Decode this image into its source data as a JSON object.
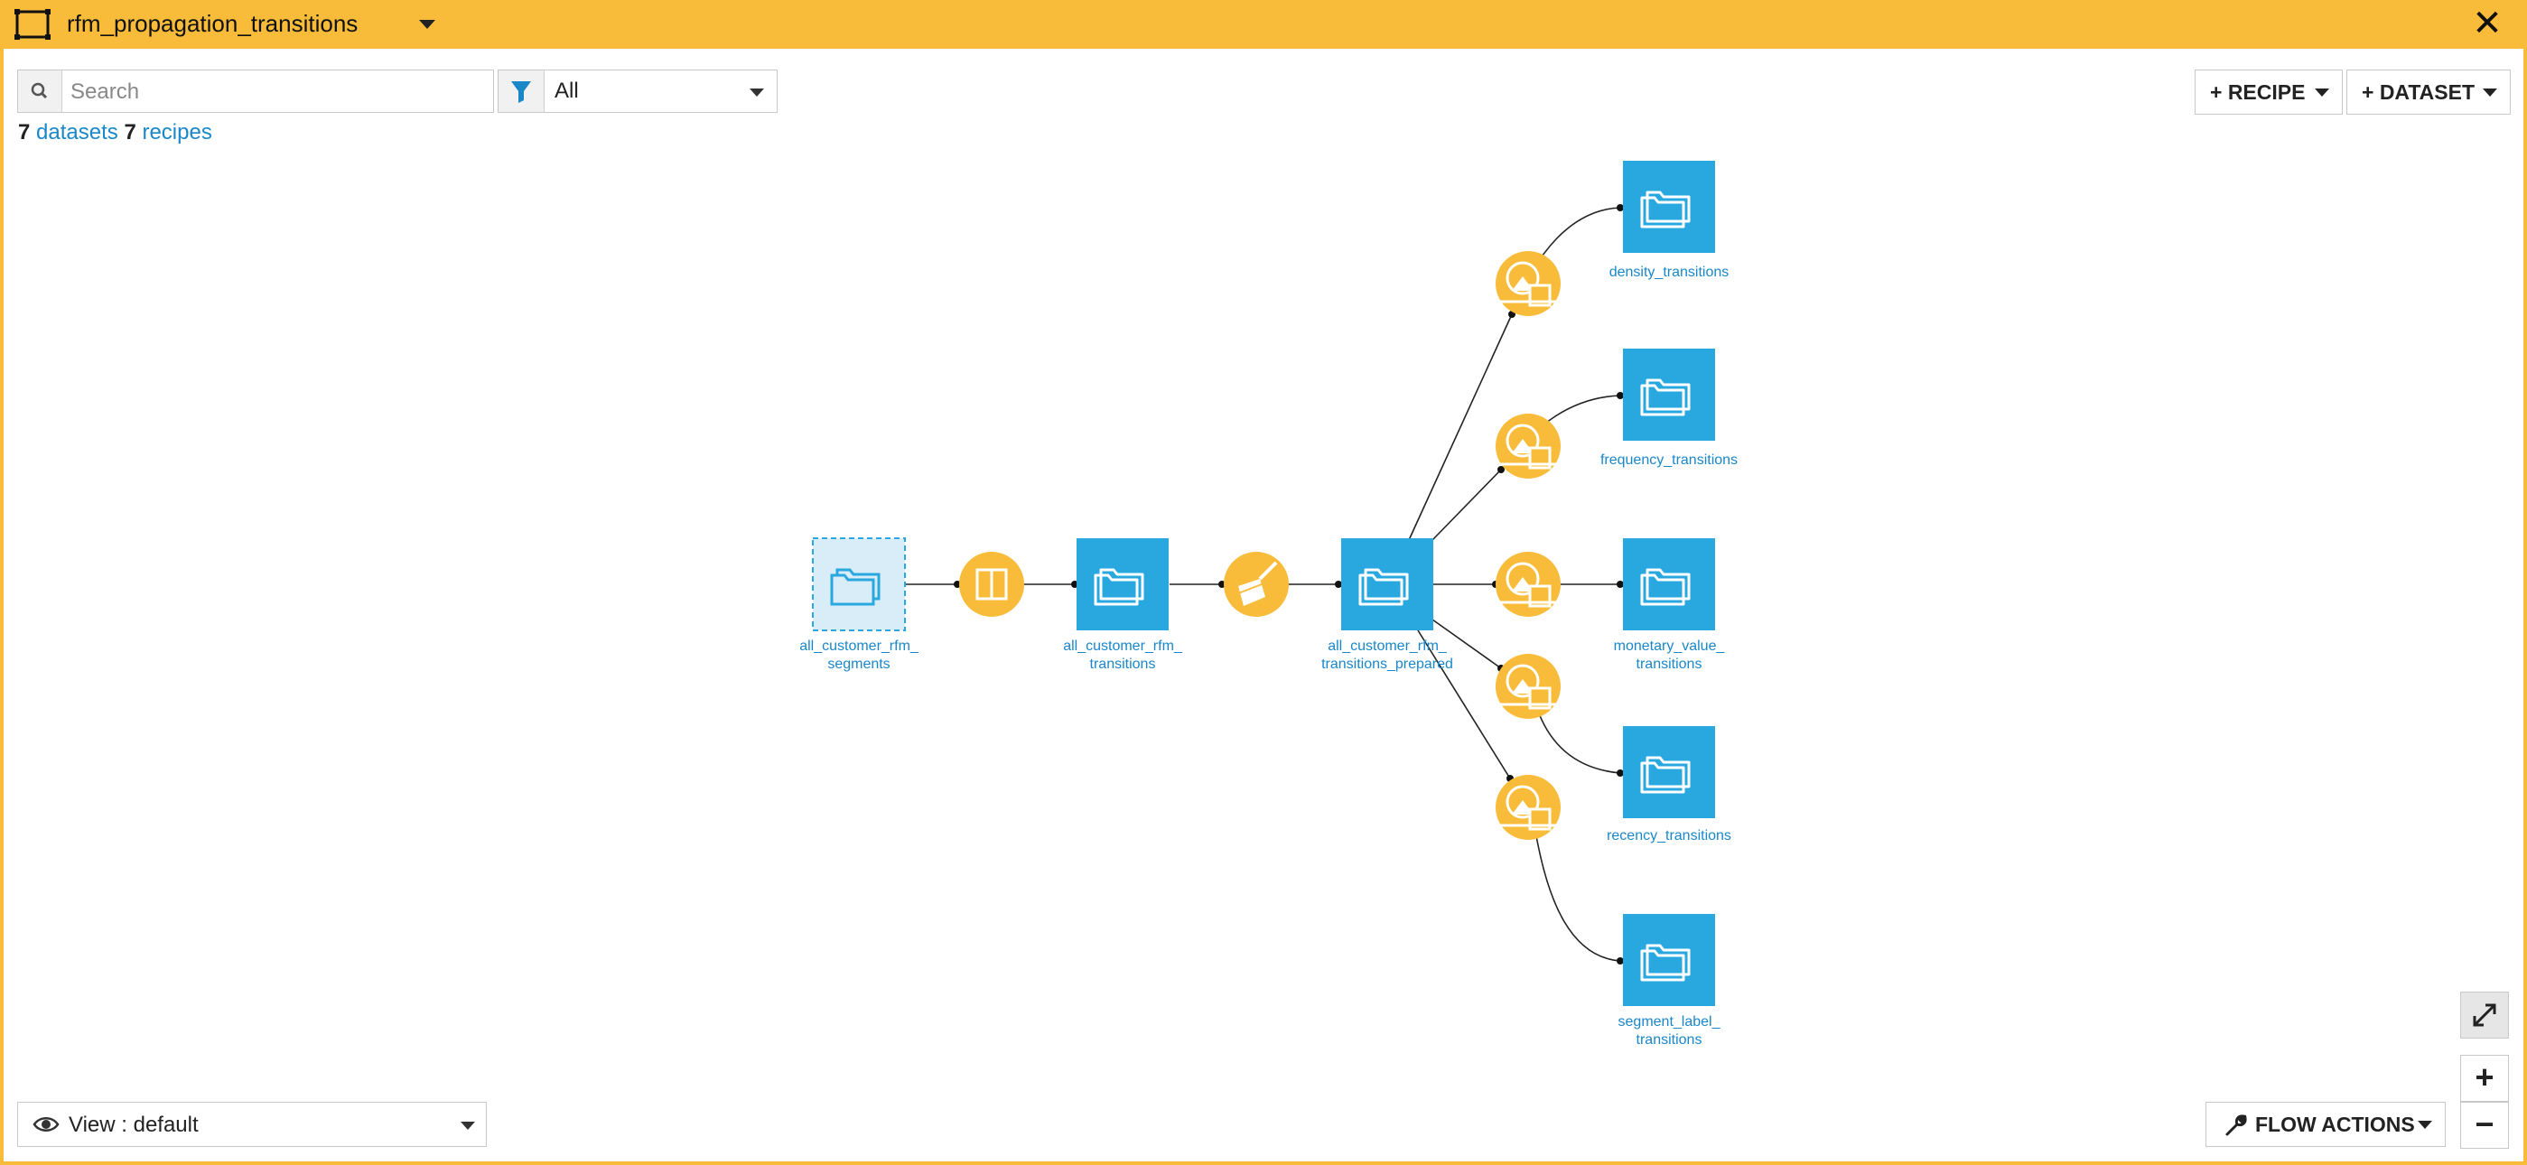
{
  "zone": {
    "name": "rfm_propagation_transitions"
  },
  "search": {
    "placeholder": "Search"
  },
  "filter": {
    "value": "All"
  },
  "counts": {
    "datasets_count": "7",
    "datasets_label": "datasets",
    "recipes_count": "7",
    "recipes_label": "recipes"
  },
  "toolbar": {
    "recipe_label": "+ RECIPE",
    "dataset_label": "+ DATASET"
  },
  "view": {
    "label": "View : default"
  },
  "flow_actions": {
    "label": "FLOW ACTIONS"
  },
  "zoom": {
    "fit_icon": "expand-icon",
    "in_label": "+",
    "out_label": "−"
  },
  "colors": {
    "zone_bar": "#f8bc3a",
    "dataset": "#29a8e0",
    "recipe": "#f8bc3a",
    "link": "#1a87c9"
  },
  "nodes": {
    "ds1": [
      "all_customer_rfm_",
      "segments"
    ],
    "ds2": [
      "all_customer_rfm_",
      "transitions"
    ],
    "ds3": [
      "all_customer_rfm_",
      "transitions_prepared"
    ],
    "out1": [
      "density_transitions"
    ],
    "out2": [
      "frequency_transitions"
    ],
    "out3": [
      "monetary_value_",
      "transitions"
    ],
    "out4": [
      "recency_transitions"
    ],
    "out5": [
      "segment_label_",
      "transitions"
    ]
  }
}
